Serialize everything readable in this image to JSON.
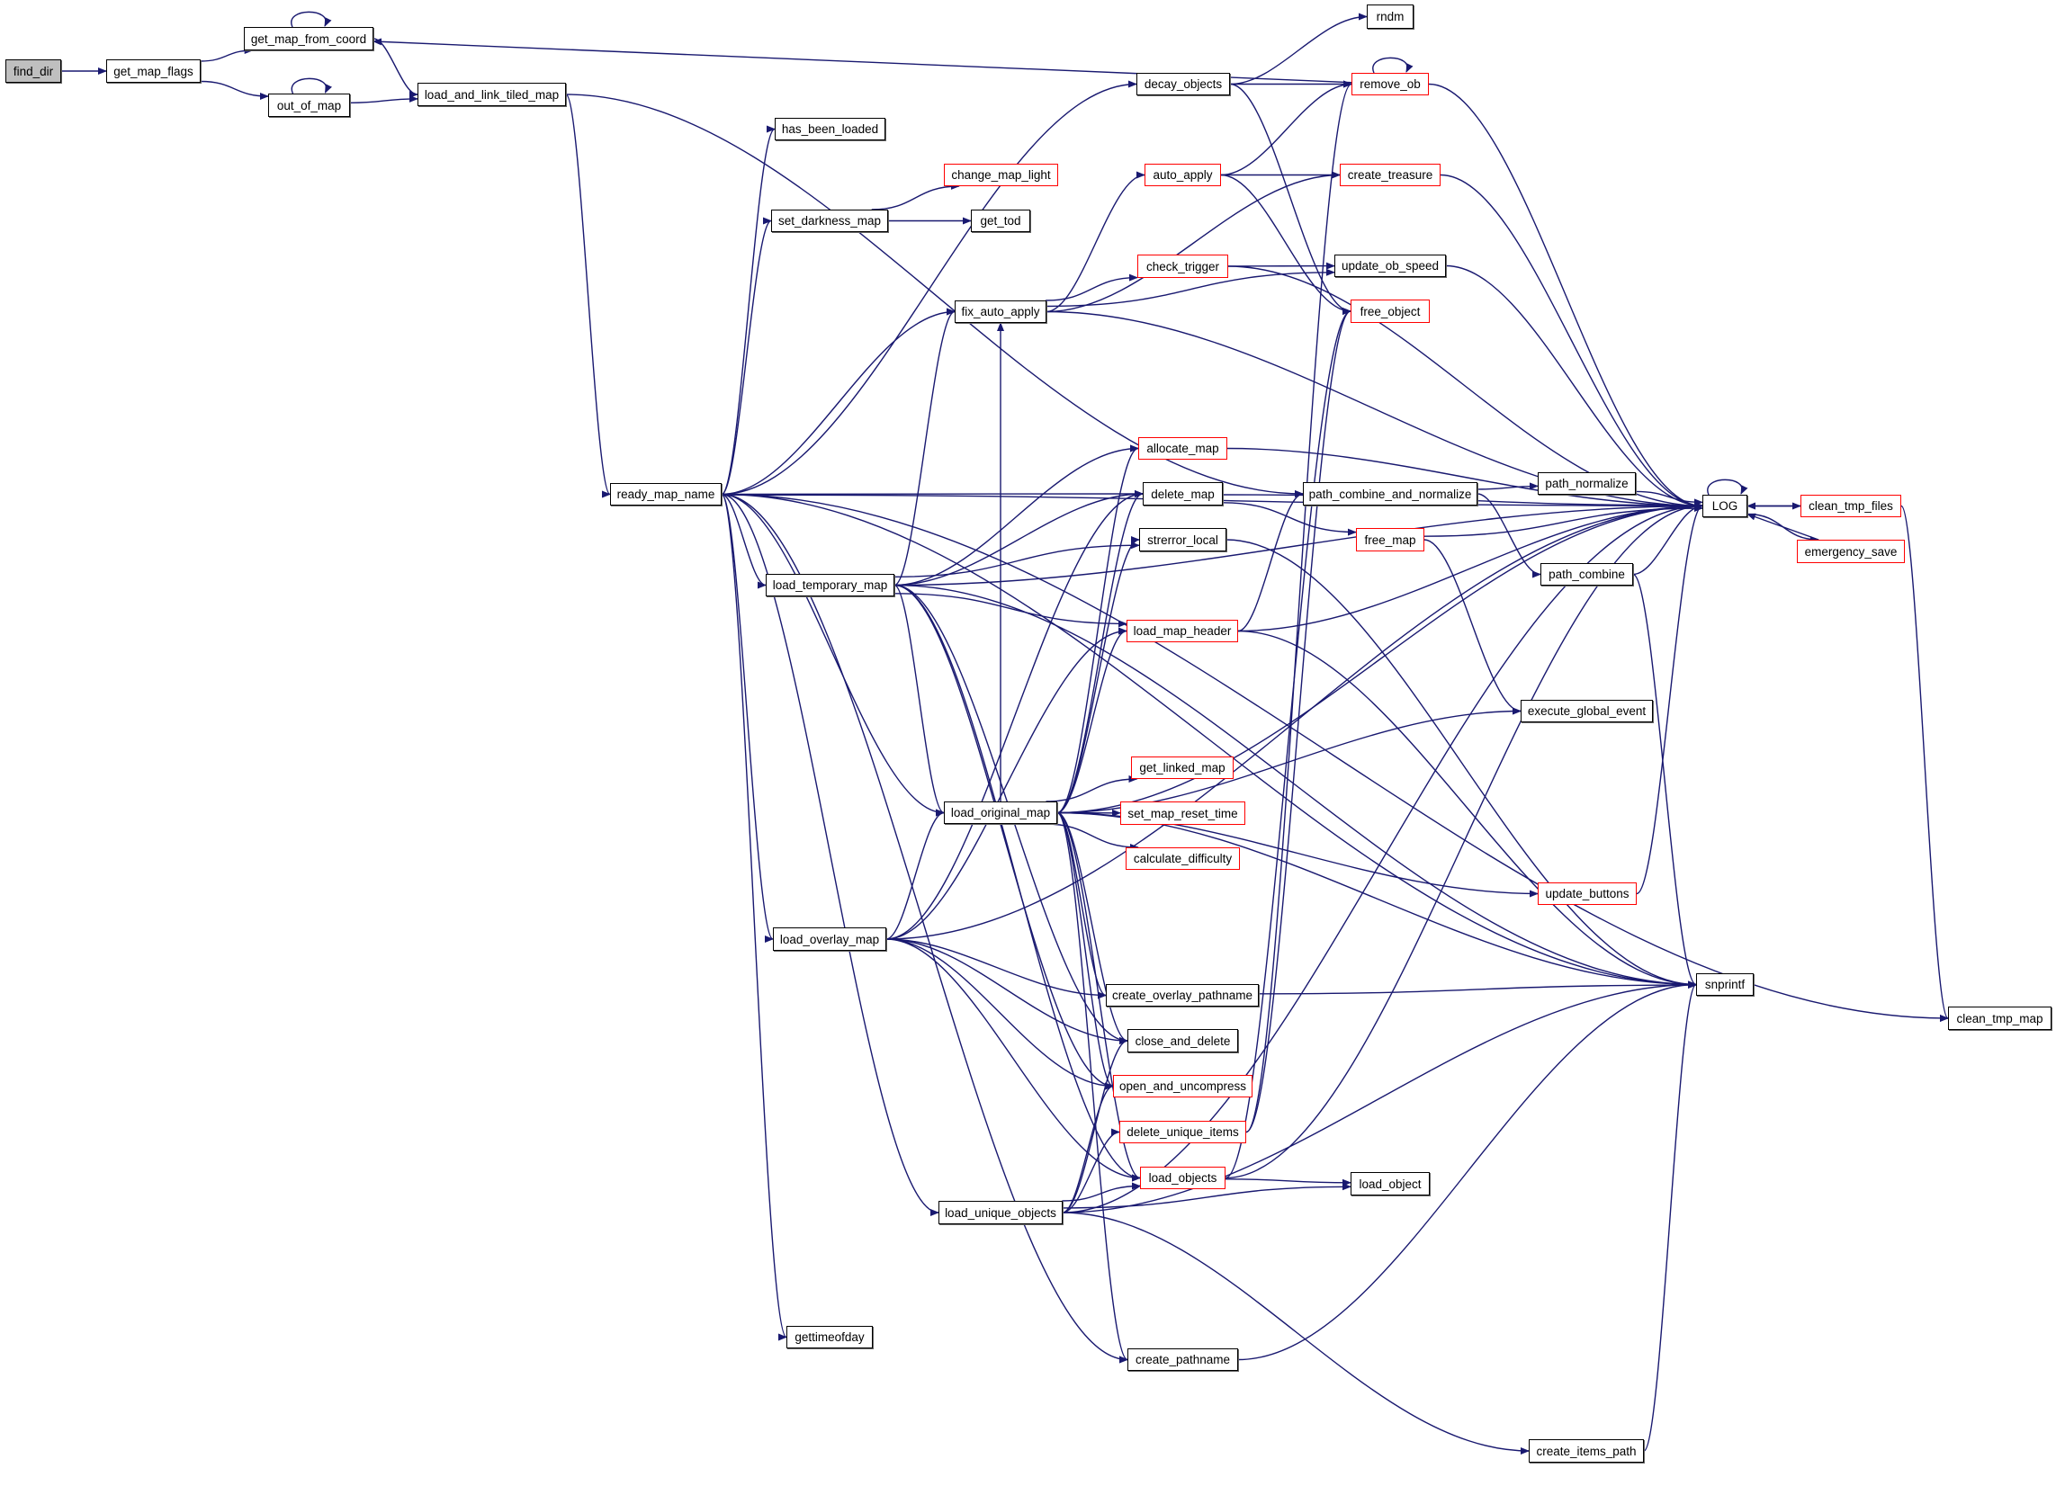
{
  "diagram": {
    "type": "call-graph",
    "title": "find_dir call graph",
    "colors": {
      "edge": "#191970",
      "node_border": "#000000",
      "node_border_undocumented": "#ff0000",
      "root_fill": "#bfbfbf",
      "background": "#ffffff"
    },
    "nodes": [
      {
        "id": "find_dir",
        "label": "find_dir",
        "style": "root"
      },
      {
        "id": "get_map_flags",
        "label": "get_map_flags",
        "style": "black"
      },
      {
        "id": "get_map_from_coord",
        "label": "get_map_from_coord",
        "style": "black"
      },
      {
        "id": "out_of_map",
        "label": "out_of_map",
        "style": "black"
      },
      {
        "id": "load_and_link_tiled_map",
        "label": "load_and_link_tiled_map",
        "style": "black"
      },
      {
        "id": "ready_map_name",
        "label": "ready_map_name",
        "style": "black"
      },
      {
        "id": "has_been_loaded",
        "label": "has_been_loaded",
        "style": "black"
      },
      {
        "id": "change_map_light",
        "label": "change_map_light",
        "style": "red"
      },
      {
        "id": "set_darkness_map",
        "label": "set_darkness_map",
        "style": "black"
      },
      {
        "id": "get_tod",
        "label": "get_tod",
        "style": "black"
      },
      {
        "id": "decay_objects",
        "label": "decay_objects",
        "style": "black"
      },
      {
        "id": "rndm",
        "label": "rndm",
        "style": "black"
      },
      {
        "id": "remove_ob",
        "label": "remove_ob",
        "style": "red"
      },
      {
        "id": "auto_apply",
        "label": "auto_apply",
        "style": "red"
      },
      {
        "id": "create_treasure",
        "label": "create_treasure",
        "style": "red"
      },
      {
        "id": "check_trigger",
        "label": "check_trigger",
        "style": "red"
      },
      {
        "id": "update_ob_speed",
        "label": "update_ob_speed",
        "style": "black"
      },
      {
        "id": "fix_auto_apply",
        "label": "fix_auto_apply",
        "style": "black"
      },
      {
        "id": "free_object",
        "label": "free_object",
        "style": "red"
      },
      {
        "id": "allocate_map",
        "label": "allocate_map",
        "style": "red"
      },
      {
        "id": "delete_map",
        "label": "delete_map",
        "style": "black"
      },
      {
        "id": "path_combine_and_normalize",
        "label": "path_combine_and_normalize",
        "style": "black"
      },
      {
        "id": "path_normalize",
        "label": "path_normalize",
        "style": "black"
      },
      {
        "id": "LOG",
        "label": "LOG",
        "style": "black"
      },
      {
        "id": "clean_tmp_files",
        "label": "clean_tmp_files",
        "style": "red"
      },
      {
        "id": "emergency_save",
        "label": "emergency_save",
        "style": "red"
      },
      {
        "id": "free_map",
        "label": "free_map",
        "style": "red"
      },
      {
        "id": "path_combine",
        "label": "path_combine",
        "style": "black"
      },
      {
        "id": "strerror_local",
        "label": "strerror_local",
        "style": "black"
      },
      {
        "id": "load_temporary_map",
        "label": "load_temporary_map",
        "style": "black"
      },
      {
        "id": "load_map_header",
        "label": "load_map_header",
        "style": "red"
      },
      {
        "id": "execute_global_event",
        "label": "execute_global_event",
        "style": "black"
      },
      {
        "id": "get_linked_map",
        "label": "get_linked_map",
        "style": "red"
      },
      {
        "id": "load_original_map",
        "label": "load_original_map",
        "style": "black"
      },
      {
        "id": "set_map_reset_time",
        "label": "set_map_reset_time",
        "style": "red"
      },
      {
        "id": "calculate_difficulty",
        "label": "calculate_difficulty",
        "style": "red"
      },
      {
        "id": "update_buttons",
        "label": "update_buttons",
        "style": "red"
      },
      {
        "id": "load_overlay_map",
        "label": "load_overlay_map",
        "style": "black"
      },
      {
        "id": "create_overlay_pathname",
        "label": "create_overlay_pathname",
        "style": "black"
      },
      {
        "id": "snprintf",
        "label": "snprintf",
        "style": "black"
      },
      {
        "id": "clean_tmp_map",
        "label": "clean_tmp_map",
        "style": "black"
      },
      {
        "id": "close_and_delete",
        "label": "close_and_delete",
        "style": "black"
      },
      {
        "id": "open_and_uncompress",
        "label": "open_and_uncompress",
        "style": "red"
      },
      {
        "id": "delete_unique_items",
        "label": "delete_unique_items",
        "style": "red"
      },
      {
        "id": "load_objects",
        "label": "load_objects",
        "style": "red"
      },
      {
        "id": "load_object",
        "label": "load_object",
        "style": "black"
      },
      {
        "id": "load_unique_objects",
        "label": "load_unique_objects",
        "style": "black"
      },
      {
        "id": "gettimeofday",
        "label": "gettimeofday",
        "style": "black"
      },
      {
        "id": "create_pathname",
        "label": "create_pathname",
        "style": "black"
      },
      {
        "id": "create_items_path",
        "label": "create_items_path",
        "style": "black"
      }
    ],
    "edges": [
      [
        "find_dir",
        "get_map_flags"
      ],
      [
        "get_map_flags",
        "get_map_from_coord"
      ],
      [
        "get_map_flags",
        "out_of_map"
      ],
      [
        "get_map_from_coord",
        "get_map_from_coord"
      ],
      [
        "get_map_from_coord",
        "load_and_link_tiled_map"
      ],
      [
        "out_of_map",
        "out_of_map"
      ],
      [
        "out_of_map",
        "load_and_link_tiled_map"
      ],
      [
        "load_and_link_tiled_map",
        "ready_map_name"
      ],
      [
        "load_and_link_tiled_map",
        "path_combine_and_normalize"
      ],
      [
        "ready_map_name",
        "has_been_loaded"
      ],
      [
        "ready_map_name",
        "set_darkness_map"
      ],
      [
        "ready_map_name",
        "decay_objects"
      ],
      [
        "ready_map_name",
        "fix_auto_apply"
      ],
      [
        "ready_map_name",
        "LOG"
      ],
      [
        "ready_map_name",
        "delete_map"
      ],
      [
        "ready_map_name",
        "load_temporary_map"
      ],
      [
        "ready_map_name",
        "load_original_map"
      ],
      [
        "ready_map_name",
        "load_overlay_map"
      ],
      [
        "ready_map_name",
        "load_unique_objects"
      ],
      [
        "ready_map_name",
        "gettimeofday"
      ],
      [
        "ready_map_name",
        "create_pathname"
      ],
      [
        "ready_map_name",
        "clean_tmp_map"
      ],
      [
        "ready_map_name",
        "snprintf"
      ],
      [
        "set_darkness_map",
        "change_map_light"
      ],
      [
        "set_darkness_map",
        "get_tod"
      ],
      [
        "decay_objects",
        "rndm"
      ],
      [
        "decay_objects",
        "remove_ob"
      ],
      [
        "decay_objects",
        "free_object"
      ],
      [
        "remove_ob",
        "remove_ob"
      ],
      [
        "remove_ob",
        "get_map_from_coord"
      ],
      [
        "remove_ob",
        "LOG"
      ],
      [
        "auto_apply",
        "remove_ob"
      ],
      [
        "auto_apply",
        "create_treasure"
      ],
      [
        "auto_apply",
        "free_object"
      ],
      [
        "create_treasure",
        "LOG"
      ],
      [
        "check_trigger",
        "update_ob_speed"
      ],
      [
        "check_trigger",
        "LOG"
      ],
      [
        "update_ob_speed",
        "LOG"
      ],
      [
        "fix_auto_apply",
        "auto_apply"
      ],
      [
        "fix_auto_apply",
        "check_trigger"
      ],
      [
        "fix_auto_apply",
        "create_treasure"
      ],
      [
        "fix_auto_apply",
        "update_ob_speed"
      ],
      [
        "fix_auto_apply",
        "LOG"
      ],
      [
        "allocate_map",
        "LOG"
      ],
      [
        "delete_map",
        "LOG"
      ],
      [
        "delete_map",
        "free_map"
      ],
      [
        "free_map",
        "LOG"
      ],
      [
        "free_map",
        "execute_global_event"
      ],
      [
        "path_combine_and_normalize",
        "path_normalize"
      ],
      [
        "path_combine_and_normalize",
        "path_combine"
      ],
      [
        "path_normalize",
        "LOG"
      ],
      [
        "path_combine",
        "LOG"
      ],
      [
        "path_combine",
        "snprintf"
      ],
      [
        "LOG",
        "LOG"
      ],
      [
        "LOG",
        "clean_tmp_files"
      ],
      [
        "LOG",
        "emergency_save"
      ],
      [
        "clean_tmp_files",
        "LOG"
      ],
      [
        "clean_tmp_files",
        "clean_tmp_map"
      ],
      [
        "emergency_save",
        "LOG"
      ],
      [
        "strerror_local",
        "snprintf"
      ],
      [
        "load_temporary_map",
        "fix_auto_apply"
      ],
      [
        "load_temporary_map",
        "allocate_map"
      ],
      [
        "load_temporary_map",
        "delete_map"
      ],
      [
        "load_temporary_map",
        "strerror_local"
      ],
      [
        "load_temporary_map",
        "load_map_header"
      ],
      [
        "load_temporary_map",
        "load_original_map"
      ],
      [
        "load_temporary_map",
        "close_and_delete"
      ],
      [
        "load_temporary_map",
        "open_and_uncompress"
      ],
      [
        "load_temporary_map",
        "load_objects"
      ],
      [
        "load_temporary_map",
        "snprintf"
      ],
      [
        "load_temporary_map",
        "LOG"
      ],
      [
        "load_map_header",
        "LOG"
      ],
      [
        "load_map_header",
        "path_combine_and_normalize"
      ],
      [
        "load_map_header",
        "snprintf"
      ],
      [
        "load_original_map",
        "fix_auto_apply"
      ],
      [
        "load_original_map",
        "allocate_map"
      ],
      [
        "load_original_map",
        "delete_map"
      ],
      [
        "load_original_map",
        "strerror_local"
      ],
      [
        "load_original_map",
        "load_map_header"
      ],
      [
        "load_original_map",
        "execute_global_event"
      ],
      [
        "load_original_map",
        "LOG"
      ],
      [
        "load_original_map",
        "get_linked_map"
      ],
      [
        "load_original_map",
        "set_map_reset_time"
      ],
      [
        "load_original_map",
        "calculate_difficulty"
      ],
      [
        "load_original_map",
        "update_buttons"
      ],
      [
        "load_original_map",
        "snprintf"
      ],
      [
        "load_original_map",
        "create_overlay_pathname"
      ],
      [
        "load_original_map",
        "close_and_delete"
      ],
      [
        "load_original_map",
        "open_and_uncompress"
      ],
      [
        "load_original_map",
        "load_objects"
      ],
      [
        "load_original_map",
        "create_pathname"
      ],
      [
        "update_buttons",
        "LOG"
      ],
      [
        "load_overlay_map",
        "delete_map"
      ],
      [
        "load_overlay_map",
        "load_map_header"
      ],
      [
        "load_overlay_map",
        "load_original_map"
      ],
      [
        "load_overlay_map",
        "create_overlay_pathname"
      ],
      [
        "load_overlay_map",
        "close_and_delete"
      ],
      [
        "load_overlay_map",
        "open_and_uncompress"
      ],
      [
        "load_overlay_map",
        "load_objects"
      ],
      [
        "load_overlay_map",
        "LOG"
      ],
      [
        "create_overlay_pathname",
        "snprintf"
      ],
      [
        "delete_unique_items",
        "free_object"
      ],
      [
        "delete_unique_items",
        "remove_ob"
      ],
      [
        "load_objects",
        "load_object"
      ],
      [
        "load_objects",
        "free_object"
      ],
      [
        "load_objects",
        "LOG"
      ],
      [
        "load_unique_objects",
        "delete_unique_items"
      ],
      [
        "load_unique_objects",
        "load_objects"
      ],
      [
        "load_unique_objects",
        "load_object"
      ],
      [
        "load_unique_objects",
        "close_and_delete"
      ],
      [
        "load_unique_objects",
        "open_and_uncompress"
      ],
      [
        "load_unique_objects",
        "create_items_path"
      ],
      [
        "load_unique_objects",
        "LOG"
      ],
      [
        "load_unique_objects",
        "snprintf"
      ],
      [
        "create_pathname",
        "snprintf"
      ],
      [
        "create_items_path",
        "snprintf"
      ]
    ]
  }
}
